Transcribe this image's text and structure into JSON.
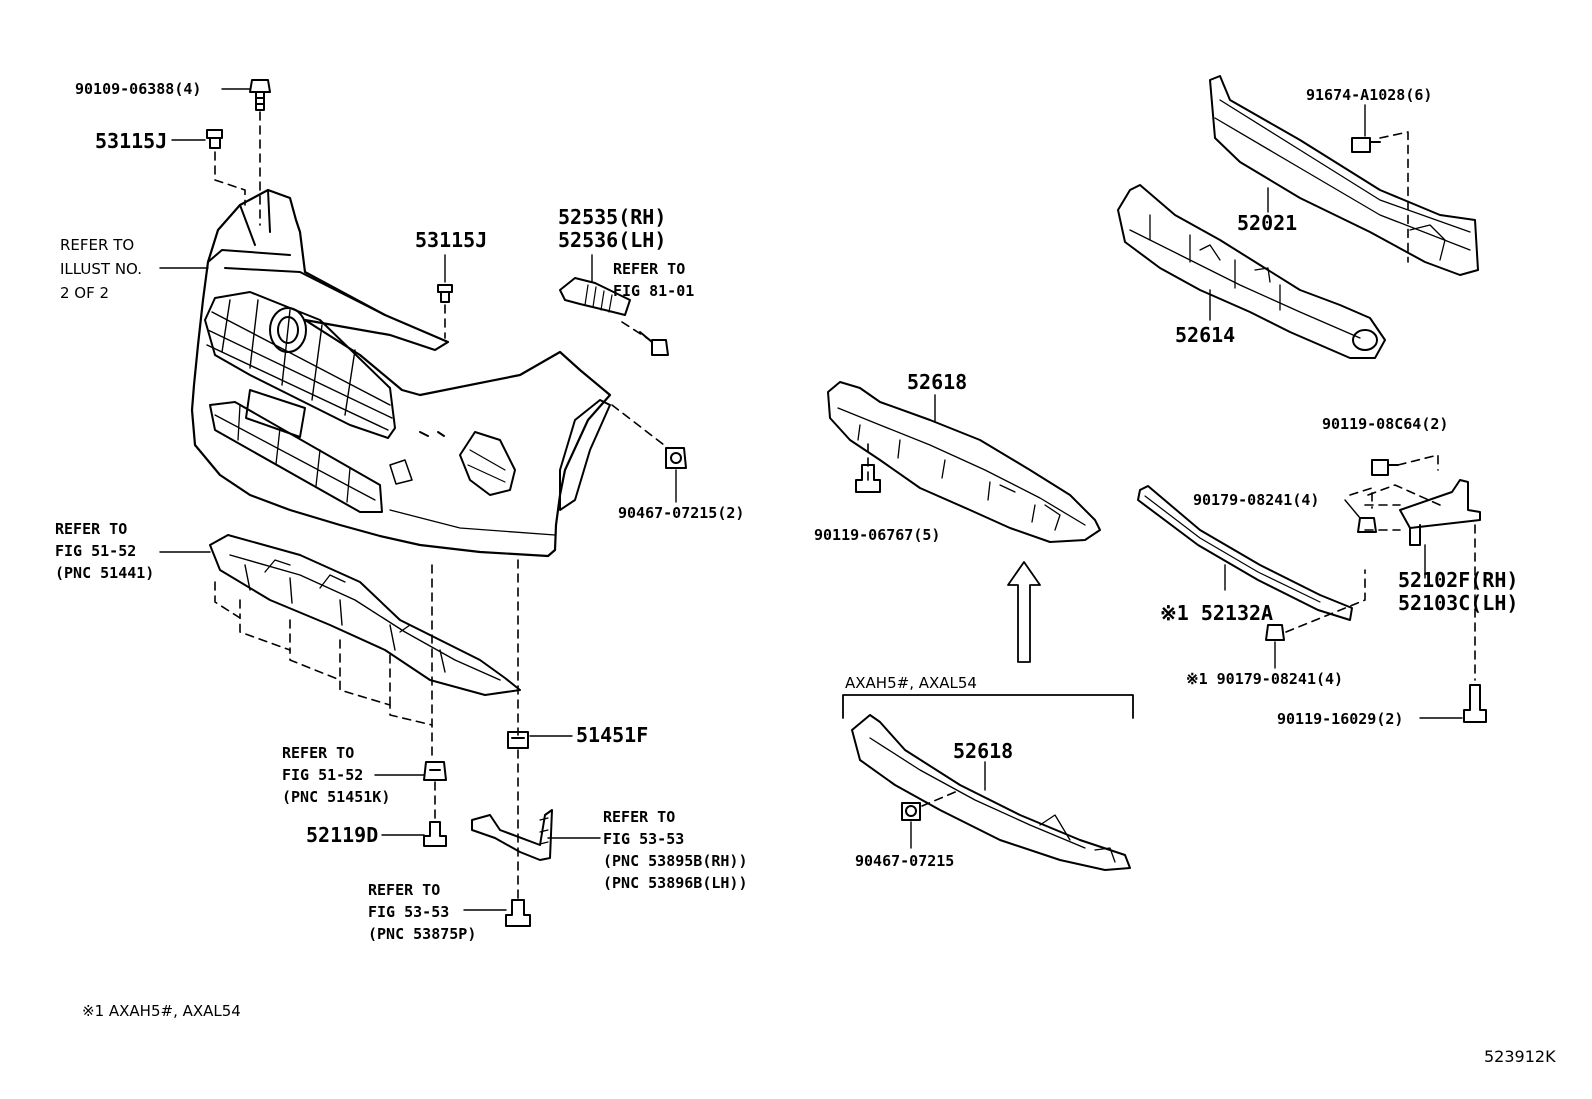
{
  "diagram": {
    "code": "523912K",
    "footnote": "※1 AXAH5#, AXAL54",
    "group_label": "AXAH5#, AXAL54",
    "parts": {
      "bolt_top": "90109-06388(4)",
      "clip_top_left": "53115J",
      "clip_top_mid": "53115J",
      "spoiler_rh": "52535(RH)",
      "spoiler_lh": "52536(LH)",
      "refer_81_line1": "REFER TO",
      "refer_81_line2": "FIG 81-01",
      "refer_illust_line1": "REFER TO",
      "refer_illust_line2": "ILLUST NO.",
      "refer_illust_line3": "2 OF 2",
      "nut_side": "90467-07215(2)",
      "refer_5152a_line1": "REFER TO",
      "refer_5152a_line2": "FIG 51-52",
      "refer_5152a_line3": "(PNC 51441)",
      "clip_51451f": "51451F",
      "refer_5152b_line1": "REFER TO",
      "refer_5152b_line2": "FIG 51-52",
      "refer_5152b_line3": "(PNC 51451K)",
      "retainer_52119d": "52119D",
      "refer_5353a_line1": "REFER TO",
      "refer_5353a_line2": "FIG 53-53",
      "refer_5353a_line3": "(PNC 53895B(RH))",
      "refer_5353a_line4": "(PNC 53896B(LH))",
      "refer_5353b_line1": "REFER TO",
      "refer_5353b_line2": "FIG 53-53",
      "refer_5353b_line3": "(PNC 53875P)",
      "absorber_52618_a": "52618",
      "screw_06767": "90119-06767(5)",
      "absorber_52618_b": "52618",
      "nut_07215": "90467-07215",
      "reinforcement_52021": "52021",
      "screw_a1028": "91674-A1028(6)",
      "support_52614": "52614",
      "bolt_08c64": "90119-08C64(2)",
      "nut_08241_a": "90179-08241(4)",
      "bracket_rh": "52102F(RH)",
      "bracket_lh": "52103C(LH)",
      "bar_52132a": "※1 52132A",
      "nut_08241_b": "※1 90179-08241(4)",
      "bolt_16029": "90119-16029(2)"
    }
  }
}
